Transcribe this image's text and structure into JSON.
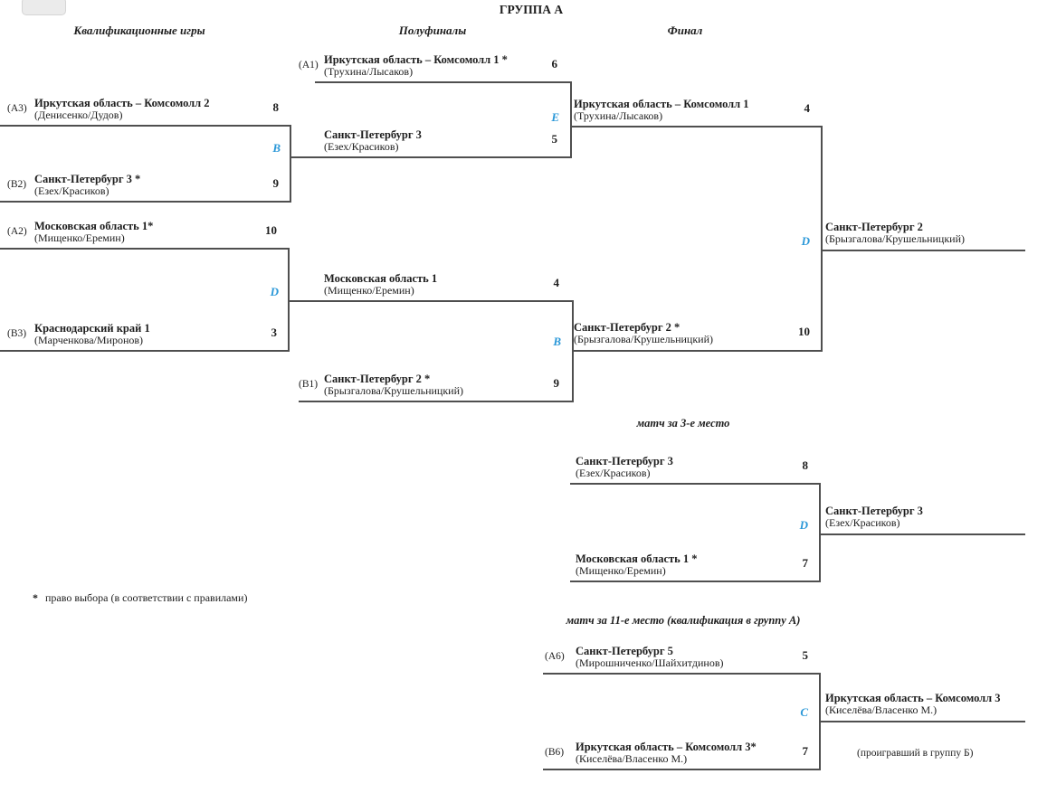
{
  "colors": {
    "accent": "#2b98d8",
    "line": "#4f4f4f",
    "text": "#1d1d1d"
  },
  "title": "ГРУППА А",
  "columns": {
    "qualification": "Квалификационные игры",
    "semifinals": "Полуфиналы",
    "final": "Финал"
  },
  "bracket": {
    "qual1": {
      "sheet": "B",
      "t1": {
        "label": "(А3)",
        "name": "Иркутская область – Комсомолл 2",
        "players": "(Денисенко/Дудов)",
        "score": "8"
      },
      "t2": {
        "label": "(В2)",
        "name": "Санкт-Петербург 3 *",
        "players": "(Езех/Красиков)",
        "score": "9"
      }
    },
    "qual2": {
      "sheet": "D",
      "t1": {
        "label": "(А2)",
        "name": "Московская область 1*",
        "players": "(Мищенко/Еремин)",
        "score": "10"
      },
      "t2": {
        "label": "(В3)",
        "name": "Краснодарский край 1",
        "players": "(Марченкова/Миронов)",
        "score": "3"
      }
    },
    "sf1": {
      "sheet": "E",
      "t1": {
        "label": "(А1)",
        "name": "Иркутская область – Комсомолл 1 *",
        "players": "(Трухина/Лысаков)",
        "score": "6"
      },
      "t2": {
        "name": "Санкт-Петербург 3",
        "players": "(Езех/Красиков)",
        "score": "5"
      }
    },
    "sf2": {
      "sheet": "B",
      "t1": {
        "name": "Московская область 1",
        "players": "(Мищенко/Еремин)",
        "score": "4"
      },
      "t2": {
        "label": "(В1)",
        "name": "Санкт-Петербург 2 *",
        "players": "(Брызгалова/Крушельницкий)",
        "score": "9"
      }
    },
    "final": {
      "sheet": "D",
      "t1": {
        "name": "Иркутская область – Комсомолл 1",
        "players": "(Трухина/Лысаков)",
        "score": "4"
      },
      "t2": {
        "name": "Санкт-Петербург 2 *",
        "players": "(Брызгалова/Крушельницкий)",
        "score": "10"
      },
      "winner": {
        "name": "Санкт-Петербург 2",
        "players": "(Брызгалова/Крушельницкий)"
      }
    }
  },
  "third_place": {
    "heading": "матч за 3-е место",
    "sheet": "D",
    "t1": {
      "name": "Санкт-Петербург 3",
      "players": "(Езех/Красиков)",
      "score": "8"
    },
    "t2": {
      "name": "Московская область 1 *",
      "players": "(Мищенко/Еремин)",
      "score": "7"
    },
    "winner": {
      "name": "Санкт-Петербург 3",
      "players": "(Езех/Красиков)"
    }
  },
  "eleventh_place": {
    "heading": "матч за 11-е место (квалификация в группу А)",
    "sheet": "C",
    "t1": {
      "label": "(А6)",
      "name": "Санкт-Петербург 5",
      "players": "(Мирошниченко/Шайхитдинов)",
      "score": "5"
    },
    "t2": {
      "label": "(В6)",
      "name": "Иркутская область – Комсомолл 3*",
      "players": "(Киселёва/Власенко М.)",
      "score": "7"
    },
    "winner": {
      "name": "Иркутская область – Комсомолл 3",
      "players": "(Киселёва/Власенко М.)"
    },
    "loser_note": "(проигравший в группу Б)"
  },
  "footnote": {
    "marker": "*",
    "text": "право выбора (в соответствии с правилами)"
  }
}
